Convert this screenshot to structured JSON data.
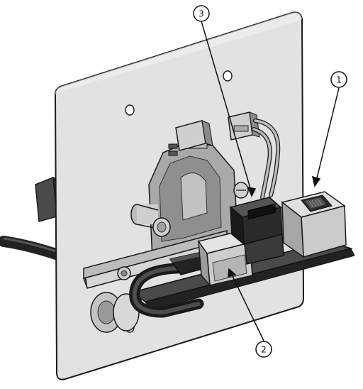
{
  "callouts": [
    {
      "id": "1",
      "label": "1"
    },
    {
      "id": "2",
      "label": "2"
    },
    {
      "id": "3",
      "label": "3"
    }
  ],
  "colors": {
    "plate": "#dcdcdc",
    "plate_edge": "#9a9a9a",
    "metal_dark": "#8c8c8c",
    "metal_mid": "#b3b3b3",
    "metal_light": "#d9d9d9",
    "pcb": "#3a3a3a",
    "cable": "#2a2a2a",
    "connector_light": "#cfcfcf",
    "connector_dark": "#2e2e2e",
    "outline": "#1a1a1a"
  }
}
